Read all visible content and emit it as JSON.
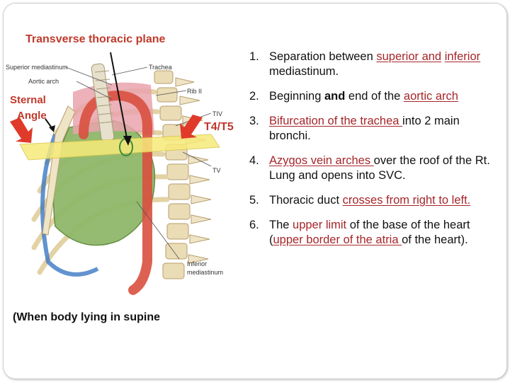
{
  "slide": {
    "diagram_title": "Transverse thoracic plane",
    "caption": "(When body lying in supine",
    "labels": {
      "superior_mediastinum": "Superior mediastinum",
      "trachea": "Trachea",
      "aortic_arch": "Aortic arch",
      "rib_ii": "Rib II",
      "sternal": "Sternal",
      "angle": "Angle",
      "tiv": "TIV",
      "t4t5": "T4/T5",
      "tv": "TV",
      "inferior": "Inferior",
      "mediastinum": "mediastinum"
    },
    "points": [
      {
        "num": "1.",
        "a": "Separation between ",
        "b": "superior and",
        "c": "inferior",
        "d": " mediastinum."
      },
      {
        "num": "2.",
        "a": "Beginning ",
        "b": "and",
        "c": " end of the ",
        "d": "aortic arch"
      },
      {
        "num": "3.",
        "a": "Bifurcation of the trachea ",
        "b": "into 2 main bronchi."
      },
      {
        "num": "4.",
        "a": "Azygos vein arches ",
        "b": "over the roof of the Rt. Lung and opens into SVC."
      },
      {
        "num": "5.",
        "a": "Thoracic duct ",
        "b": "crosses from right to left."
      },
      {
        "num": "6.",
        "a": "The ",
        "b": "upper limit",
        "c": " of the base of the heart (",
        "d": "upper border of the atria ",
        "e": "of the heart)."
      }
    ]
  },
  "colors": {
    "accent_red": "#c0392b",
    "highlight_text": "#a6262a",
    "plane_yellow": "#f7ea7a",
    "heart_green": "#8fb86a"
  }
}
